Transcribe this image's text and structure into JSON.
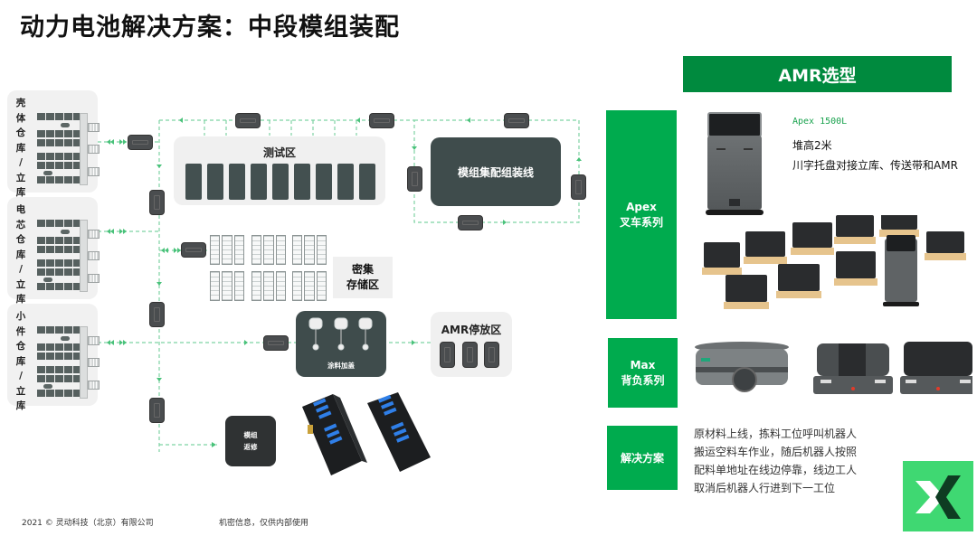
{
  "page": {
    "title": "动力电池解决方案：中段模组装配"
  },
  "warehouses": [
    {
      "label_chars": [
        "壳",
        "体",
        "仓",
        "库",
        "/",
        "立",
        "库"
      ]
    },
    {
      "label_chars": [
        "电",
        "芯",
        "仓",
        "库",
        "/",
        "立",
        "库"
      ]
    },
    {
      "label_chars": [
        "小",
        "件",
        "仓",
        "库",
        "/",
        "立",
        "库"
      ]
    }
  ],
  "zones": {
    "test_area": "测试区",
    "assembly_line": "模组集配组装线",
    "dense_storage": [
      "密集",
      "存储区"
    ],
    "coating_cover": "涂料加盖",
    "amr_parking": "AMR停放区",
    "module_repair": [
      "模组",
      "返修"
    ]
  },
  "panel": {
    "header": "AMR选型",
    "apex": {
      "label_line1": "Apex",
      "label_line2": "叉车系列",
      "model": "Apex 1500L",
      "spec1": "堆高2米",
      "spec2": "川字托盘对接立库、传送带和AMR"
    },
    "max": {
      "label_line1": "Max",
      "label_line2": "背负系列"
    },
    "solution": {
      "label": "解决方案",
      "lines": [
        "原材料上线，拣料工位呼叫机器人",
        "搬运空料车作业，随后机器人按照",
        "配料单地址在线边停靠，线边工人",
        "取消后机器人行进到下一工位"
      ]
    }
  },
  "footer": {
    "copyright": "2021 © 灵动科技（北京）有限公司",
    "confidential": "机密信息，仅供内部使用"
  },
  "colors": {
    "brand_green": "#00ab4e",
    "header_green": "#008a3e",
    "zone_dark": "#3f4c4c",
    "flow_line": "#7ed3a3"
  }
}
